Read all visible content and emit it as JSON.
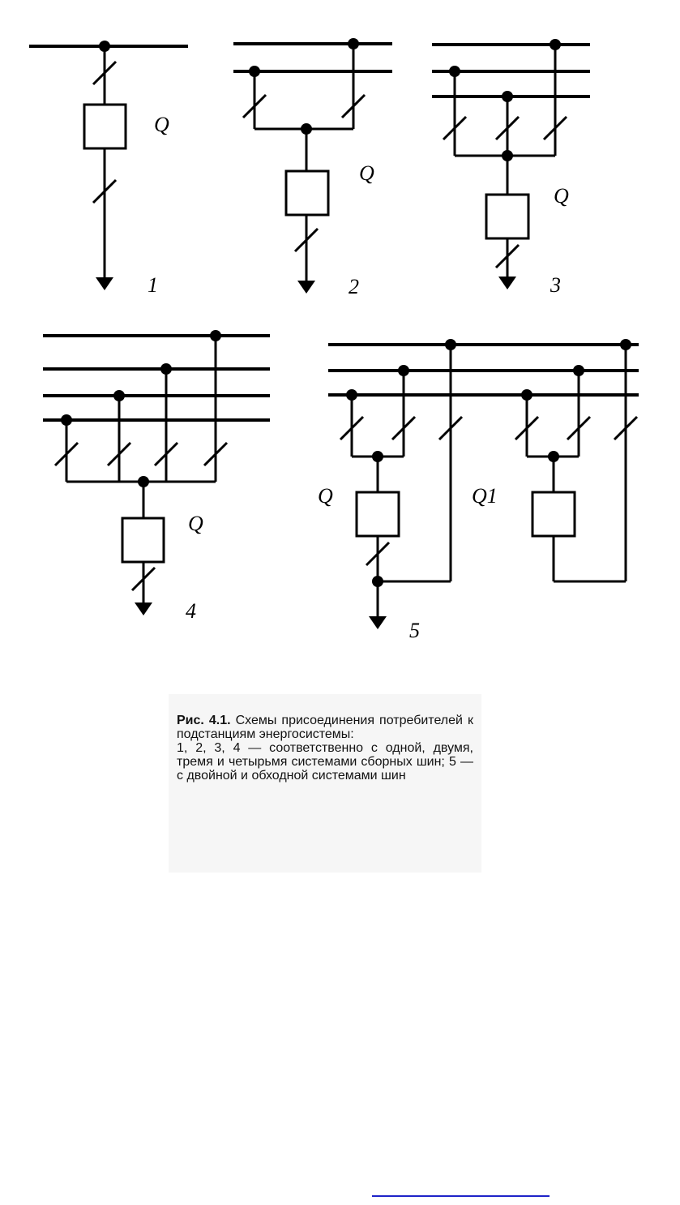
{
  "diagrams": {
    "d1": {
      "number": "1",
      "switch_label": "Q"
    },
    "d2": {
      "number": "2",
      "switch_label": "Q"
    },
    "d3": {
      "number": "3",
      "switch_label": "Q"
    },
    "d4": {
      "number": "4",
      "switch_label": "Q"
    },
    "d5": {
      "number": "5",
      "switch_label": "Q",
      "switch2_label": "Q1"
    }
  },
  "caption": {
    "fig_label": "Рис. 4.1.",
    "line1": "Схемы присоединения потребителей к подстанциям энергосистемы:",
    "line2": "1, 2, 3, 4 — соответственно с одной, двумя, тремя и четырьмя системами сборных шин; 5 — с двойной и обходной системами шин"
  },
  "colors": {
    "link": "#1e23c8",
    "ink": "#000000"
  }
}
